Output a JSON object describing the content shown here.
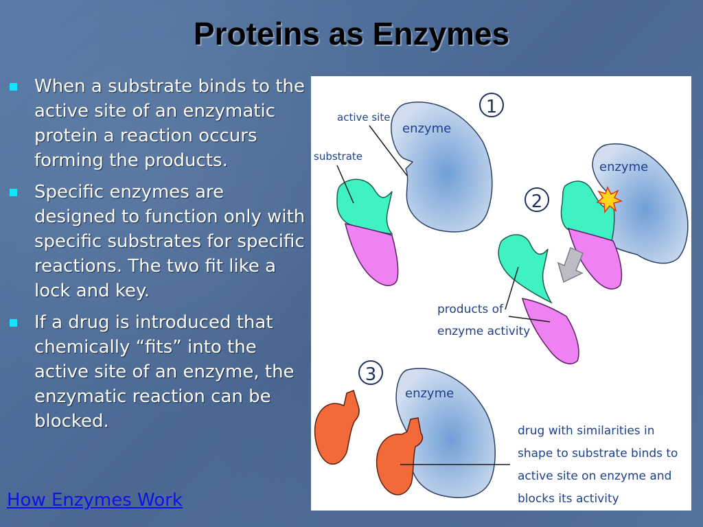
{
  "slide": {
    "title": "Proteins as Enzymes",
    "bullets": [
      "When a substrate binds to the active site of an enzymatic protein a reaction occurs forming the products.",
      "Specific enzymes are designed to function only with specific substrates for specific reactions. The two fit like a lock and key.",
      "If a drug is introduced that chemically “fits” into the active site of an enzyme, the enzymatic reaction can be blocked."
    ],
    "link_text": "How Enzymes Work"
  },
  "diagram": {
    "step_numbers": [
      "1",
      "2",
      "3"
    ],
    "labels": {
      "active_site": "active site",
      "substrate": "substrate",
      "enzyme_1": "enzyme",
      "enzyme_2": "enzyme",
      "enzyme_3": "enzyme",
      "products_line1": "products of",
      "products_line2": "enzyme activity",
      "drug_line1": "drug with similarities in",
      "drug_line2": "shape to substrate binds to",
      "drug_line3": "active site on enzyme and",
      "drug_line4": "blocks its activity"
    },
    "colors": {
      "enzyme": "#b9cbe6",
      "enzyme_center": "#6f9fd6",
      "substrate_head": "#3ff2c4",
      "substrate_tail": "#ee82f2",
      "drug": "#f26a3a",
      "label_text": "#1d3f8c",
      "bullet": "#14e4ff"
    }
  }
}
